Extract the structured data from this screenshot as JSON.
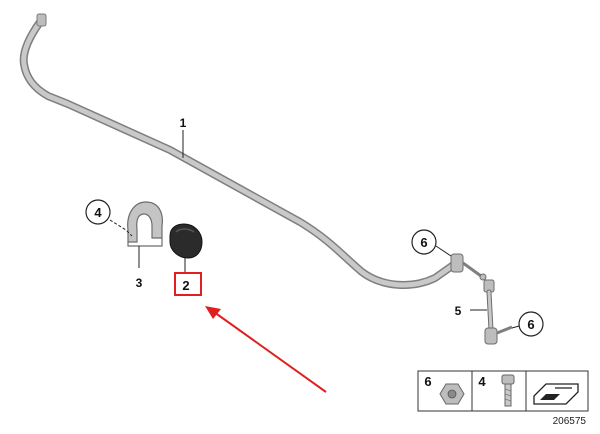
{
  "callouts": {
    "stabilizer_bar": "1",
    "bushing": "2",
    "bracket": "3",
    "bracket_screw": "4",
    "link_rod": "5",
    "link_nut_upper": "6",
    "link_nut_lower": "6"
  },
  "legend": {
    "nut_number": "6",
    "screw_number": "4"
  },
  "diagram_number": "206575",
  "colors": {
    "highlight": "#e02020",
    "metal": "#b9b9b9",
    "metal_edge": "#7f7f7f",
    "rubber": "#2b2b2b"
  }
}
